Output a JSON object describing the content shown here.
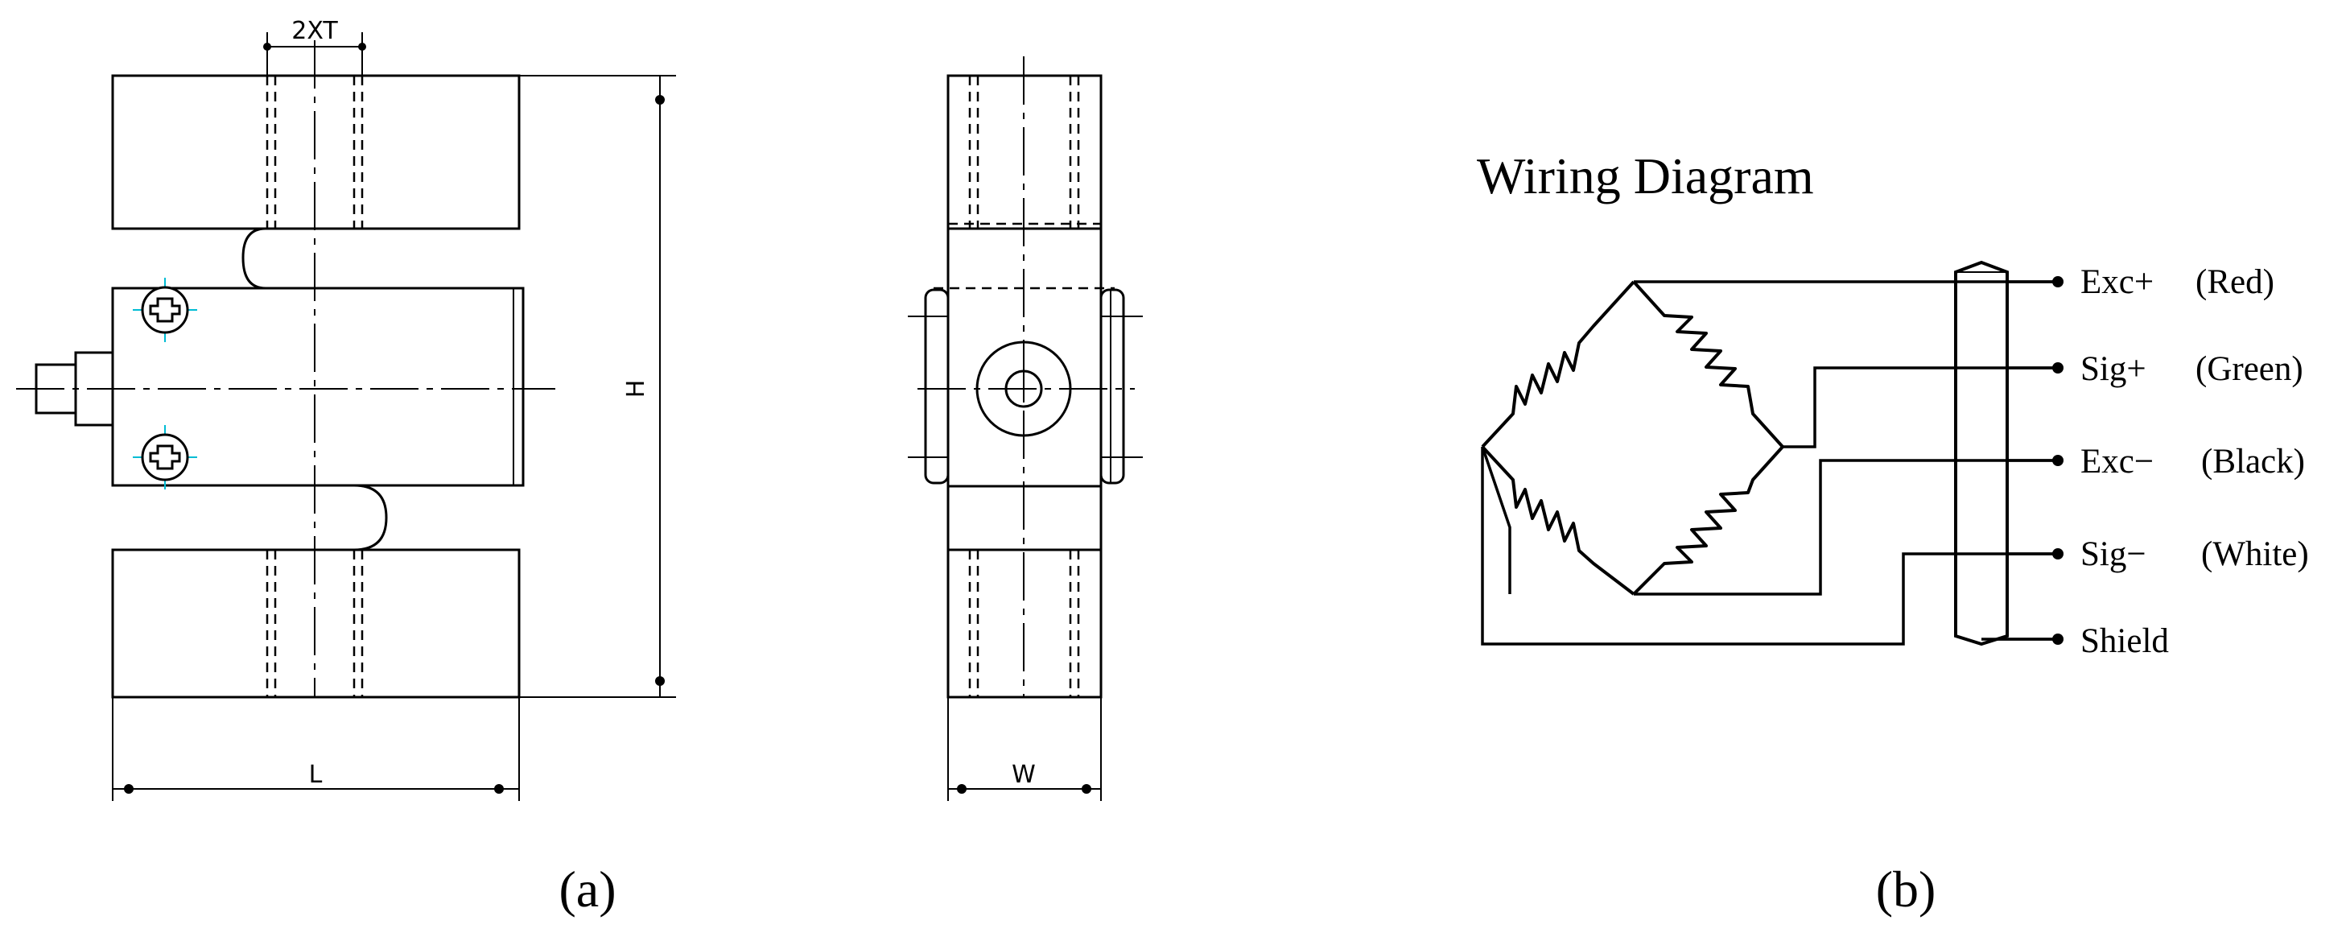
{
  "drawing_a": {
    "dimension_labels": {
      "thickness": "2XT",
      "height": "H",
      "length": "L",
      "width": "W"
    },
    "screw_color": "#00bcd4"
  },
  "wiring_diagram": {
    "title": "Wiring Diagram",
    "wires": [
      {
        "name": "Exc+",
        "color": "(Red)"
      },
      {
        "name": "Sig+",
        "color": "(Green)"
      },
      {
        "name": "Exc−",
        "color": "(Black)"
      },
      {
        "name": "Sig−",
        "color": "(White)"
      },
      {
        "name": "Shield",
        "color": ""
      }
    ]
  },
  "captions": {
    "a": "(a)",
    "b": "(b)"
  }
}
